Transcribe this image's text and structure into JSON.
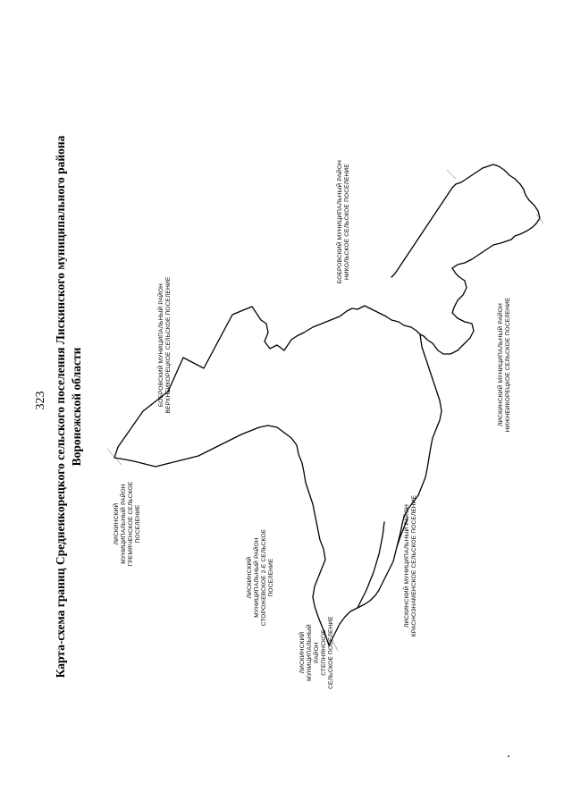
{
  "page_number": "323",
  "title": {
    "line1": "Карта-схема границ Среднеикорецкого сельского поселения Лискинского муниципального района",
    "line2": "Воронежской области"
  },
  "neighbors": {
    "bobrov_verkhneikorets": {
      "line1": "БОБРОВСКИЙ МУНИЦИПАЛЬНЫЙ РАЙОН",
      "line2": "ВЕРХНЕИКОРЕЦКОЕ СЕЛЬСКОЕ ПОСЕЛЕНИЕ"
    },
    "bobrov_nikolskoe": {
      "line1": "БОБРОВСКИЙ МУНИЦИПАЛЬНЫЙ РАЙОН",
      "line2": "НИКОЛЬСКОЕ СЕЛЬСКОЕ ПОСЕЛЕНИЕ"
    },
    "liski_nizhneikorets": {
      "line1": "ЛИСКИНСКИЙ МУНИЦИПАЛЬНЫЙ РАЙОН",
      "line2": "НИЖНЕИКОРЕЦКОЕ СЕЛЬСКОЕ ПОСЕЛЕНИЕ"
    },
    "liski_krasnozn": {
      "line1": "ЛИСКИНСКИЙ МУНИЦИПАЛЬНЫЙ РАЙОН",
      "line2": "КРАСНОЗНАМЕНСКОЕ СЕЛЬСКОЕ ПОСЕЛЕНИЕ"
    },
    "liski_stepnyanskoe": {
      "line1": "ЛИСКИНСКИЙ",
      "line2": "МУНИЦИПАЛЬНЫЙ",
      "line3": "РАЙОН",
      "line4": "СТЕПНЯНСКОЕ",
      "line5": "СЕЛЬСКОЕ ПОСЕЛЕНИЕ"
    },
    "liski_storozhevsk": {
      "line1": "ЛИСКИНСКИЙ",
      "line2": "МУНИЦИПАЛЬНЫЙ РАЙОН",
      "line3": "СТОРОЖЕВСКОЕ 2-Е СЕЛЬСКОЕ",
      "line4": "ПОСЕЛЕНИЕ"
    },
    "liski_gremyach": {
      "line1": "ЛИСКИНСКИЙ",
      "line2": "МУНИЦИПАЛЬНЫЙ РАЙОН",
      "line3": "ГРЕМЯЧЕНСКОЕ СЕЛЬСКОЕ",
      "line4": "ПОСЕЛЕНИЕ"
    }
  }
}
